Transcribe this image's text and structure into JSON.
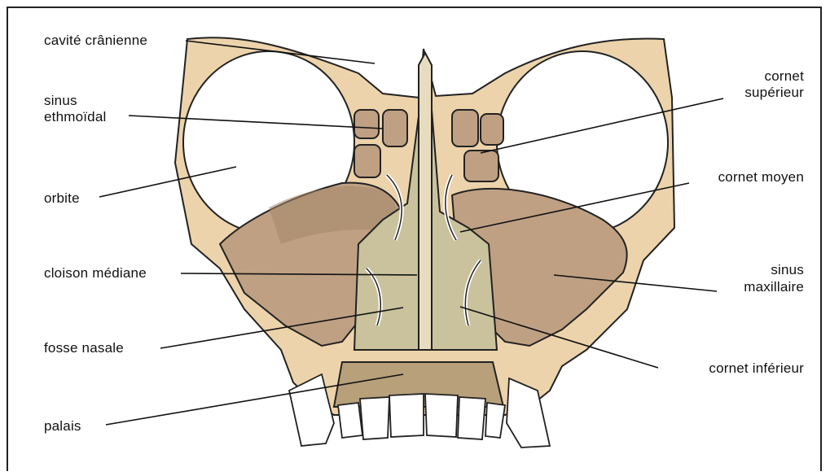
{
  "labels": {
    "cavite_cranienne": "cavité crânienne",
    "sinus_ethmoidal_1": "sinus",
    "sinus_ethmoidal_2": "ethmoïdal",
    "orbite": "orbite",
    "cloison_mediane": "cloison médiane",
    "fosse_nasale": "fosse nasale",
    "palais": "palais",
    "cornet_superieur_1": "cornet",
    "cornet_superieur_2": "supérieur",
    "cornet_moyen": "cornet moyen",
    "sinus_maxillaire_1": "sinus",
    "sinus_maxillaire_2": "maxillaire",
    "cornet_inferieur": "cornet inférieur"
  },
  "colors": {
    "bone": "#ecd3ab",
    "sinus": "#bfa083",
    "sinus_shadow": "#a48769",
    "nasal": "#c9c29c",
    "septum": "#b9b28a",
    "palate": "#b7a07a",
    "outline": "#222222",
    "tooth": "#ffffff"
  }
}
